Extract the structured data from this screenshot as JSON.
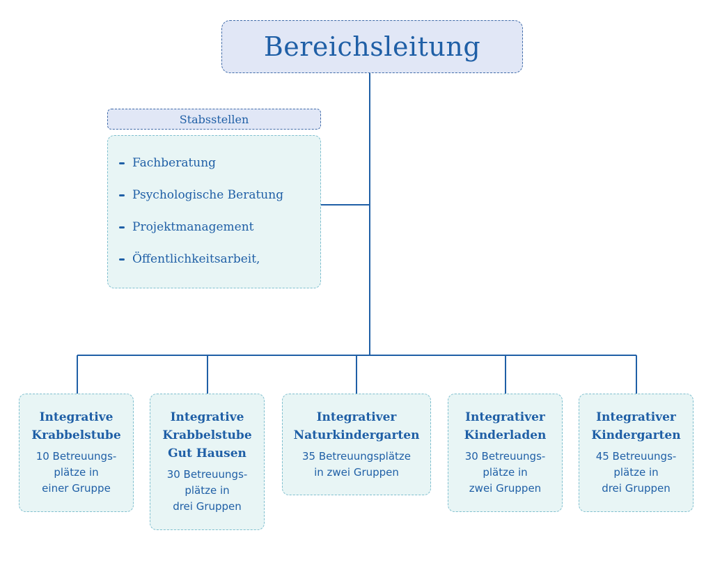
{
  "head": {
    "title": "Bereichsleitung"
  },
  "staff": {
    "header": "Stabsstellen",
    "items": [
      "Fachberatung",
      "Psychologische Beratung",
      "Projektmanagement",
      "Öffentlichkeitsarbeit,"
    ]
  },
  "units": [
    {
      "title": "Integrative\nKrabbelstube",
      "text": "10 Betreuungs-\nplätze in\neiner Gruppe"
    },
    {
      "title": "Integrative\nKrabbelstube\nGut Hausen",
      "text": "30 Betreuungs-\nplätze in\ndrei Gruppen"
    },
    {
      "title": "Integrativer\nNaturkindergarten",
      "text": "35 Betreuungsplätze\nin zwei Gruppen"
    },
    {
      "title": "Integrativer\nKinderladen",
      "text": "30 Betreuungs-\nplätze in\nzwei Gruppen"
    },
    {
      "title": "Integrativer\nKindergarten",
      "text": "45 Betreuungs-\nplätze in\ndrei Gruppen"
    }
  ],
  "colors": {
    "line": "#1f5fa6",
    "text": "#1f5fa6",
    "head_fill": "#e1e7f6",
    "box_fill": "#e8f5f5",
    "box_border": "#7fbfcf"
  }
}
